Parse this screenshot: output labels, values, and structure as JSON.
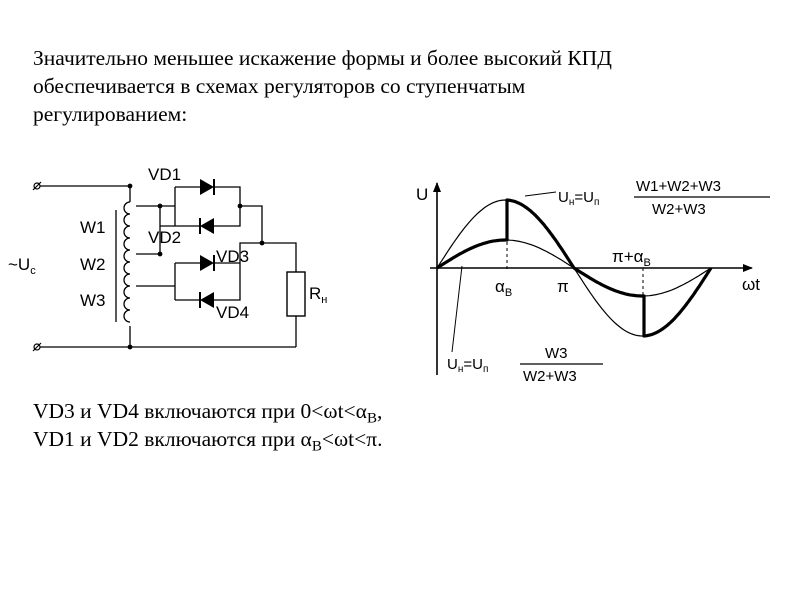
{
  "heading": {
    "line1": "Значительно меньшее искажение формы и более высокий КПД",
    "line2": "обеспечивается в схемах регуляторов со ступенчатым",
    "line3": "регулированием:"
  },
  "circuit": {
    "source_label": "~U",
    "source_sub": "c",
    "windings": [
      "W1",
      "W2",
      "W3"
    ],
    "diodes": [
      "VD1",
      "VD2",
      "VD3",
      "VD4"
    ],
    "load_label": "R",
    "load_sub": "н"
  },
  "waveform": {
    "y_axis_label": "U",
    "x_axis_label": "ωt",
    "tick_alpha": "α",
    "tick_alpha_sub": "B",
    "tick_pi": "π",
    "tick_pi_alpha": "π+α",
    "tick_pi_alpha_sub": "B",
    "formula_top": {
      "lhs": "U",
      "lhs_sub": "н",
      "eq": "=U",
      "eq_sub": "п",
      "numerator": "W1+W2+W3",
      "denominator": "W2+W3"
    },
    "formula_bottom": {
      "lhs": "U",
      "lhs_sub": "н",
      "eq": "=U",
      "eq_sub": "п",
      "numerator": "W3",
      "denominator": "W2+W3"
    }
  },
  "notes": {
    "line1_prefix": "VD3 и VD4 включаются при 0<ωt<α",
    "line1_sub": "B",
    "line1_suffix": ",",
    "line2_prefix": "VD1 и VD2 включаются при α",
    "line2_sub": "B",
    "line2_suffix": "<ωt<π."
  }
}
